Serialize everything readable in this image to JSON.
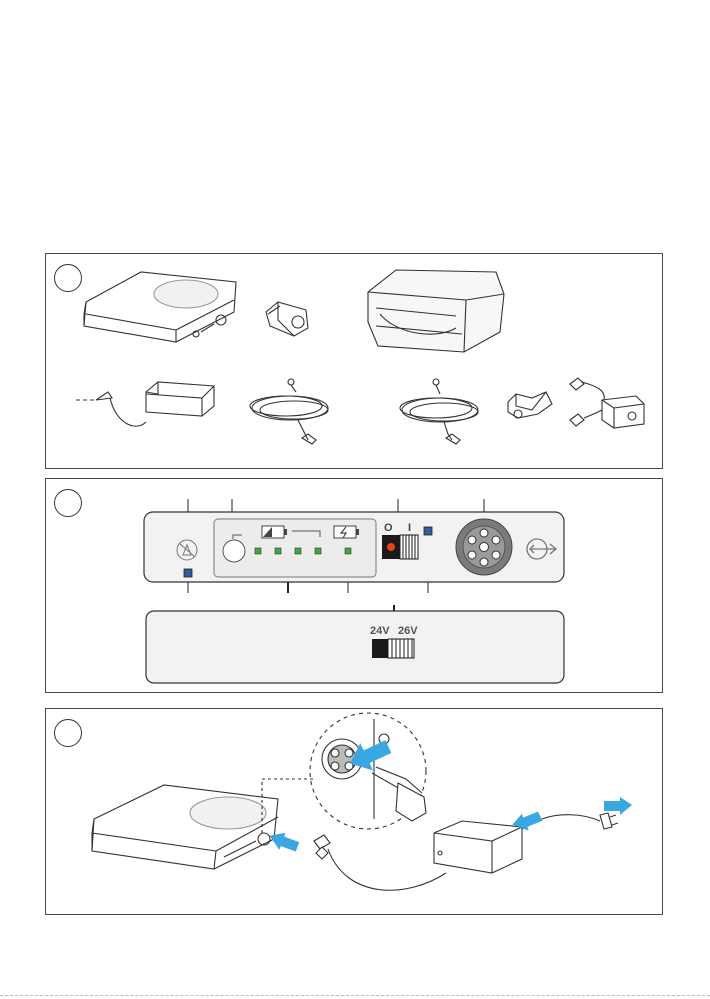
{
  "figure": {
    "panels": [
      {
        "id": "contents",
        "items": [
          {
            "name": "battery-pack"
          },
          {
            "name": "car-adapter-plug"
          },
          {
            "name": "carry-bag"
          },
          {
            "name": "power-supply"
          },
          {
            "name": "cable-coil"
          },
          {
            "name": "cable-coil"
          },
          {
            "name": "angle-adapter"
          },
          {
            "name": "extension-box"
          }
        ]
      },
      {
        "id": "control-panel",
        "switch_off_label": "O",
        "switch_on_label": "I",
        "voltage_low_label": "24V",
        "voltage_high_label": "26V",
        "led_color": "#3fa83f",
        "indicator_color": "#2f5d9e",
        "power_dot_color": "#e2450f"
      },
      {
        "id": "charging",
        "arrow_color": "#3aa7e0"
      }
    ]
  }
}
